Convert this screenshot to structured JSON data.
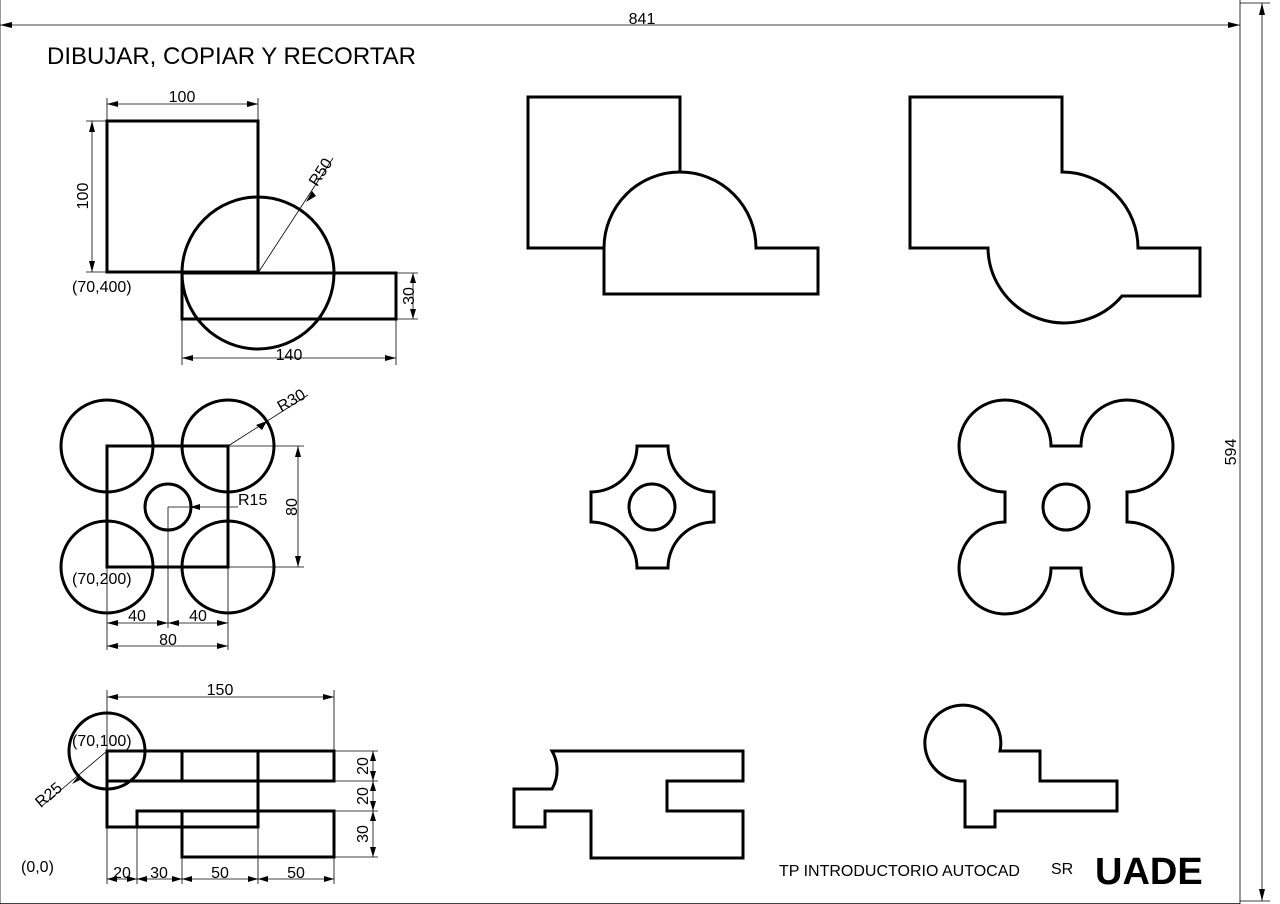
{
  "sheet": {
    "title": "DIBUJAR, COPIAR Y RECORTAR",
    "width_label": "841",
    "height_label": "594",
    "origin_label": "(0,0)",
    "footer_text": "TP INTRODUCTORIO AUTOCAD",
    "author_initials": "SR",
    "brand": "UADE"
  },
  "exercise1": {
    "dim_square_width": "100",
    "dim_square_height": "100",
    "dim_radius": "R50",
    "base_point": "(70,400)",
    "dim_bar_height": "30",
    "dim_bar_length": "140"
  },
  "exercise2": {
    "dim_outer_radius": "R30",
    "dim_inner_radius": "R15",
    "dim_square_height": "80",
    "base_point": "(70,200)",
    "dim_left_40": "40",
    "dim_right_40": "40",
    "dim_total_80": "80"
  },
  "exercise3": {
    "dim_total_width": "150",
    "base_point": "(70,100)",
    "dim_radius": "R25",
    "dim_h_top": "20",
    "dim_h_mid": "20",
    "dim_h_bottom": "30",
    "dim_w_20": "20",
    "dim_w_30": "30",
    "dim_w_50a": "50",
    "dim_w_50b": "50"
  }
}
